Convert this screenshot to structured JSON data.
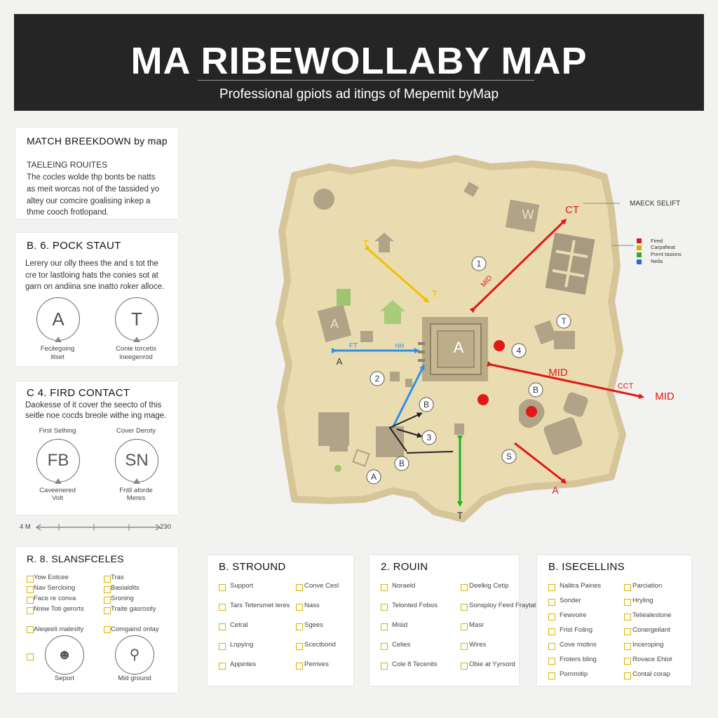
{
  "header": {
    "title": "MA RIBEWOLLABY MAP",
    "subtitle": "Professional gpiots ad itings of Mepemit byMap"
  },
  "left": {
    "card1": {
      "heading": "MATCH BREEKDOWN by map",
      "subheading": "TAELEING ROUITES",
      "lines": [
        "The cocles wolde thp bonts be natts",
        "as meit worcas not of the tassided yo",
        "altey our comcire goalising inkep a",
        "thme cooch frotlopand."
      ]
    },
    "card2": {
      "heading": "B.  6.  POCK STAUT",
      "lines": [
        "Lerery our olly thees the and s tot the",
        "cre tor lastloing hats the conies sot at",
        "garn on andiina sne inatto roker alloce."
      ],
      "icons": [
        {
          "letter": "A",
          "caption1": "Fecilegoing",
          "caption2": "itlset"
        },
        {
          "letter": "T",
          "caption1": "Conie torcetis",
          "caption2": "lneegenrod"
        }
      ]
    },
    "card3": {
      "heading": "C  4.  FIRD CONTACT",
      "lines": [
        "Daokesse of it cover the seecto of this",
        "seitle noe cocds breole withe ing mage."
      ],
      "icons": [
        {
          "top": "First Selhing",
          "letter": "FB",
          "caption1": "Caveenered",
          "caption2": "Volt"
        },
        {
          "top": "Cover Deroty",
          "letter": "SN",
          "caption1": "Fntll aforde",
          "caption2": "Meres"
        }
      ]
    },
    "scale": {
      "left": "4 M",
      "right": "230"
    },
    "card4": {
      "heading": "R.  8.  SLANSFCELES",
      "items_left": [
        "Yow Eotcee",
        "Nav Sercloing",
        "Face re conva",
        "Nrew Toti gerorts"
      ],
      "items_right": [
        "Tras",
        "Basialdits",
        "Sroning",
        "Traite gasrosity"
      ],
      "sub_left": "Aleqeeli maleslty",
      "sub_right": "Comgaind onlay",
      "icon_left_caption": "Seport",
      "icon_right_caption": "Mid ground"
    }
  },
  "bottom": {
    "card1": {
      "heading": "B.  STROUND",
      "items": [
        {
          "l": "Support",
          "r": "Conve Cesl"
        },
        {
          "l": "Tars Tetersmet leres",
          "r": "Nass"
        },
        {
          "l": "Cetral",
          "r": "Sgees"
        },
        {
          "l": "Lnpying",
          "r": "Scectbond"
        },
        {
          "l": "Appintes",
          "r": "Perrives"
        }
      ]
    },
    "card2": {
      "heading": "2.  ROUIN",
      "items": [
        {
          "l": "Noraeld",
          "r": "Deelkig Cetip"
        },
        {
          "l": "Telonted Fobos",
          "r": "Sonsploy Feed Fraytat"
        },
        {
          "l": "Misid",
          "r": "Masr"
        },
        {
          "l": "Celies",
          "r": "Wires"
        },
        {
          "l": "Cole 8 Tecenits",
          "r": "Obie at Yyrsord"
        }
      ]
    },
    "card3": {
      "heading": "B.  ISECELLINS",
      "items": [
        {
          "l": "Nalitra Paines",
          "r": "Parciation"
        },
        {
          "l": "Sonder",
          "r": "Hryling"
        },
        {
          "l": "Fewvoire",
          "r": "Teliealestone"
        },
        {
          "l": "Frist Foling",
          "r": "Conergeilant"
        },
        {
          "l": "Cove motins",
          "r": "Inceroping"
        },
        {
          "l": "Froters bling",
          "r": "Rovace Ehlot"
        },
        {
          "l": "Pornmitip",
          "r": "Contal corap"
        }
      ]
    }
  },
  "map": {
    "legend_title": "MAECK SELIFT",
    "legend_items": [
      "Fired",
      "Carpafteat",
      "Pornt tasions",
      "Neila"
    ],
    "legend_colors": [
      "#cc2222",
      "#e6a800",
      "#33aa33",
      "#3366dd"
    ],
    "site_label": "A",
    "labels": {
      "ct_top": "CT",
      "t_yellow": "T",
      "t_yellow2": "T",
      "mid_red_vert": "MID",
      "blue_left": "A",
      "blue_ft": "FT",
      "blue_right": "NM",
      "mid": "MID",
      "cct": "CCT",
      "mid_right": "MID",
      "a_bottom_right": "A",
      "t_bottom": "T",
      "building_a": "A",
      "building_w": "W"
    },
    "markers": [
      "1",
      "T",
      "4",
      "B",
      "2",
      "B",
      "3",
      "S",
      "B",
      "A"
    ],
    "colors": {
      "red": "#e01818",
      "yellow": "#f2be00",
      "blue": "#2d8fe8",
      "green": "#1bb51b",
      "black": "#222222",
      "map_fill": "#e9dcb2",
      "map_border": "#d8c8a0"
    }
  }
}
